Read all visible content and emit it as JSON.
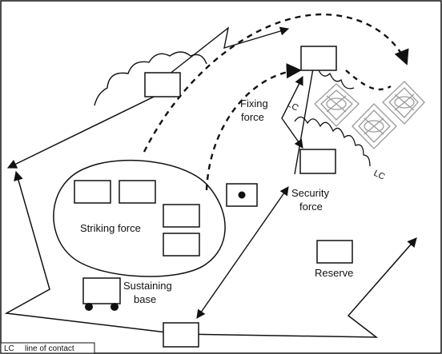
{
  "labels": {
    "striking_force": "Striking force",
    "sustaining_base_1": "Sustaining",
    "sustaining_base_2": "base",
    "reserve": "Reserve",
    "security_force_1": "Security",
    "security_force_2": "force",
    "fixing_force_1": "Fixing",
    "fixing_force_2": "force",
    "lc_1": "LC",
    "lc_2": "LC"
  },
  "legend": {
    "abbr": "LC",
    "text": "line of contact"
  },
  "colors": {
    "ink": "#111111",
    "enemy_symbol": "#9a9a9a",
    "background": "#ffffff"
  }
}
